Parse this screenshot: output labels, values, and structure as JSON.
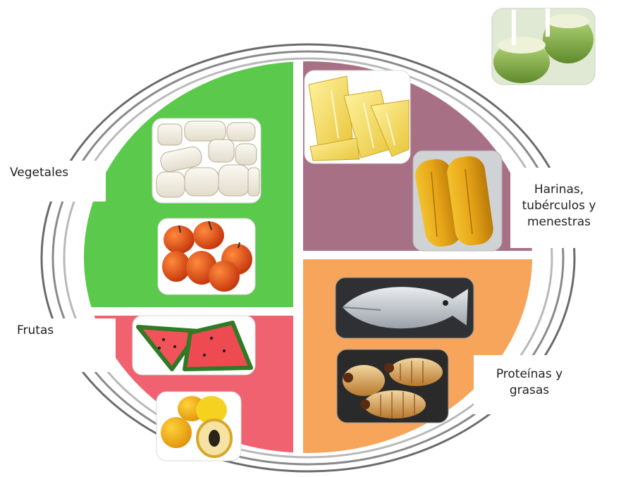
{
  "labels": {
    "vegetales": "Vegetales",
    "frutas": "Frutas",
    "harinas": "Harinas,\ntubérculos y\nmenestras",
    "proteinas": "Proteínas y\ngrasas"
  },
  "colors": {
    "vegetales": "#5bc94b",
    "frutas": "#f06270",
    "harinas": "#a87085",
    "proteinas": "#f6a55b",
    "plate_ring": "#6b6b6b"
  },
  "food_pictures": [
    "hearts-of-palm",
    "tree-tomatoes",
    "watermelon-slices",
    "yellow-fruits",
    "boiled-cassava",
    "ripe-plantains",
    "fish",
    "palm-grubs",
    "drinking-coconuts"
  ]
}
